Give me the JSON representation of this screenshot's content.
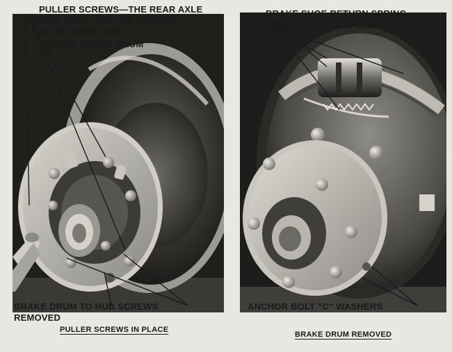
{
  "left_figure": {
    "callout_puller_screws_lines": [
      "PULLER SCREWS—THE REAR AXLE",
      "DRIVE SHAFT PULLER SCREWS",
      "CAN BE USED HERE"
    ],
    "callout_wheel_brake_drum": "WHEEL BRAKE DRUM",
    "callout_drum_to_hub_lines": [
      "BRAKE DRUM TO HUB SCREWS",
      "REMOVED"
    ],
    "caption": "PULLER SCREWS IN PLACE"
  },
  "right_figure": {
    "callout_return_spring": "BRAKE SHOE RETURN SPRING",
    "callout_shoe_and_lining": "BRAKE SHOE AND LINING",
    "callout_anchor_bolt": "ANCHOR BOLT \"C\" WASHERS",
    "caption": "BRAKE DRUM REMOVED"
  },
  "colors": {
    "paper": "#e9e7e2",
    "ink": "#1a1a1a",
    "photo_dark": "#1c1c1a",
    "photo_metal": "#b9b7b0"
  }
}
